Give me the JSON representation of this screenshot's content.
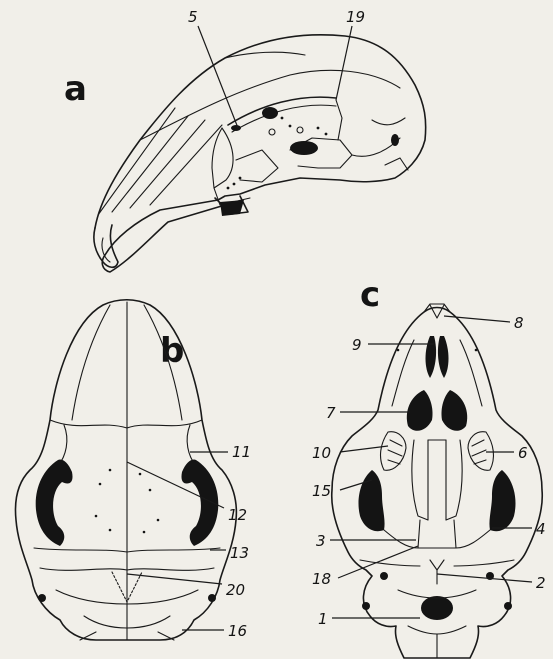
{
  "panels": {
    "a": {
      "letter": "a"
    },
    "b": {
      "letter": "b"
    },
    "c": {
      "letter": "c"
    }
  },
  "labels": {
    "a": [
      "5",
      "19"
    ],
    "b": [
      "11",
      "12",
      "13",
      "20",
      "16"
    ],
    "c": [
      "8",
      "9",
      "7",
      "10",
      "6",
      "15",
      "3",
      "4",
      "18",
      "2",
      "1"
    ]
  }
}
